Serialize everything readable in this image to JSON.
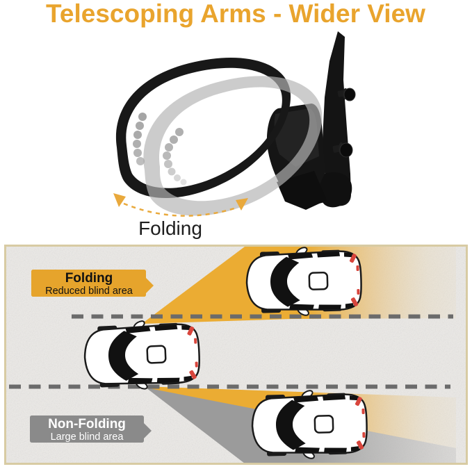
{
  "title": "Telescoping Arms - Wider View",
  "figure": {
    "caption": "Folding",
    "icons": [
      "folding-arc-arrow-left",
      "folding-arc-arrow-right",
      "turn-signal-led-dots",
      "mirror-folded-bezel",
      "mirror-extended-ghost-bezel",
      "mounting-bracket",
      "mounting-bolts"
    ],
    "mirror_positions": [
      "folded (black bezel)",
      "extended (gray ghost bezel)"
    ]
  },
  "diagram": {
    "folding_badge": {
      "title": "Folding",
      "subtitle": "Reduced blind area"
    },
    "non_folding_badge": {
      "title": "Non-Folding",
      "subtitle": "Large blind area"
    },
    "elements": [
      "top-view-car x3",
      "lane-dashed-line x2",
      "wide-view-cone-yellow x2",
      "blind-area-cone-gray"
    ]
  },
  "colors": {
    "accent_orange": "#E9A42D",
    "badge_yellow": "#E6A42C",
    "badge_gray": "#8A8A8A",
    "cone_yellow": "#EBAC33",
    "cone_gray": "#9B9B9B",
    "panel_border": "#D8CBA3",
    "panel_background": "#ECEAE7",
    "lane_dash": "#6B6B6B",
    "taillight_red": "#D8453C",
    "mirror_black": "#161616",
    "mirror_ghost_gray": "#B4B4B4",
    "arc_dash_orange": "#E9A93C",
    "text_black": "#1D1D1D",
    "badge_text_white": "#FFFFFF"
  }
}
